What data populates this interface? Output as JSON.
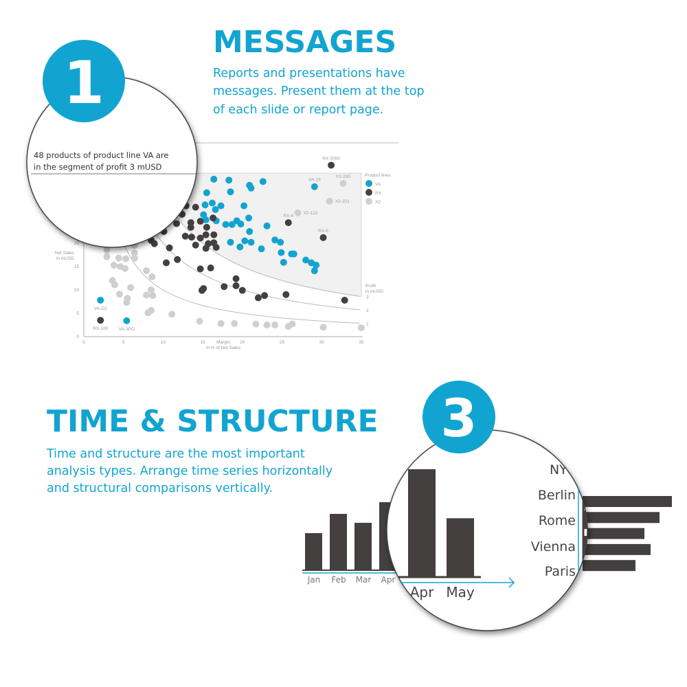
{
  "section1": {
    "number": "1",
    "title": "MESSAGES",
    "text": [
      "Reports and presentations have",
      "messages. Present them at the top",
      "of each slide or report page."
    ],
    "magnified_message": [
      "48 products of product line VA are",
      "in the segment of profit 3 mUSD"
    ]
  },
  "section3": {
    "number": "3",
    "title": "TIME & STRUCTURE",
    "text": [
      "Time and structure are the most important",
      "analysis types. Arrange time series horizontally",
      "and structural comparisons vertically."
    ]
  },
  "colors": {
    "accent": "#12a4d0",
    "dark": "#444040",
    "gray": "#cccccc"
  },
  "chart_data": [
    {
      "type": "scatter",
      "xlabel": [
        "Margin",
        "in % of Net Sales"
      ],
      "ylabel": [
        "Net Sales",
        "in mUSD"
      ],
      "xlim": [
        0,
        35
      ],
      "ylim": [
        0,
        36
      ],
      "xticks": [
        "0",
        "5",
        "10",
        "15",
        "20",
        "25",
        "30",
        "35"
      ],
      "yticks": [
        "0",
        "5",
        "10",
        "15",
        "20"
      ],
      "legend": {
        "title": "Product lines",
        "entries": [
          "VA",
          "RX",
          "X2"
        ],
        "placement": "right"
      },
      "profit_curves": {
        "label": [
          "Profit",
          "in mUSD"
        ],
        "values": [
          1,
          2,
          3
        ],
        "labels": [
          "1",
          "2",
          "3"
        ],
        "highlighted": 3
      },
      "point_labels": [
        {
          "text": "RX-2000",
          "x": 31.2,
          "y": 36.7
        },
        {
          "text": "X2-200",
          "x": 32.7,
          "y": 32.8
        },
        {
          "text": "VA-19",
          "x": 29.1,
          "y": 32.1
        },
        {
          "text": "X2-201",
          "x": 31.0,
          "y": 29.0
        },
        {
          "text": "X2-122",
          "x": 27.0,
          "y": 26.5
        },
        {
          "text": "RX-4",
          "x": 25.8,
          "y": 24.4
        },
        {
          "text": "RX-6",
          "x": 30.2,
          "y": 21.2
        },
        {
          "text": "VA-D2",
          "x": 2.1,
          "y": 7.8
        },
        {
          "text": "RX-180",
          "x": 2.1,
          "y": 3.5
        },
        {
          "text": "VA-3PO",
          "x": 5.4,
          "y": 3.4
        }
      ],
      "series": [
        {
          "name": "VA",
          "color": "#12a4d0",
          "points": [
            [
              16.4,
              33.7
            ],
            [
              18.3,
              33.5
            ],
            [
              18.5,
              31.0
            ],
            [
              20.9,
              32.4
            ],
            [
              21.1,
              31.8
            ],
            [
              22.6,
              33.2
            ],
            [
              15.5,
              30.8
            ],
            [
              29.1,
              32.1
            ],
            [
              15.3,
              28.2
            ],
            [
              16.2,
              28.6
            ],
            [
              17.3,
              28.0
            ],
            [
              16.6,
              27.2
            ],
            [
              15.1,
              26.1
            ],
            [
              15.4,
              25.0
            ],
            [
              16.7,
              24.8
            ],
            [
              20.2,
              28.0
            ],
            [
              20.8,
              25.4
            ],
            [
              17.9,
              24.0
            ],
            [
              18.7,
              24.0
            ],
            [
              19.3,
              24.8
            ],
            [
              19.8,
              24.1
            ],
            [
              23.1,
              23.7
            ],
            [
              20.9,
              22.5
            ],
            [
              18.5,
              20.2
            ],
            [
              19.7,
              19.2
            ],
            [
              20.3,
              20.5
            ],
            [
              21.1,
              20.2
            ],
            [
              22.4,
              18.8
            ],
            [
              24.1,
              20.7
            ],
            [
              24.8,
              20.2
            ],
            [
              24.9,
              18.0
            ],
            [
              25.2,
              15.9
            ],
            [
              26.2,
              17.7
            ],
            [
              26.5,
              17.7
            ],
            [
              28.0,
              16.4
            ],
            [
              28.7,
              15.8
            ],
            [
              29.3,
              15.3
            ],
            [
              29.1,
              14.1
            ],
            [
              2.1,
              7.8
            ],
            [
              5.4,
              3.4
            ]
          ]
        },
        {
          "name": "RX",
          "color": "#444040",
          "points": [
            [
              31.2,
              36.7
            ],
            [
              25.8,
              24.4
            ],
            [
              30.2,
              21.2
            ],
            [
              32.9,
              7.8
            ],
            [
              2.1,
              3.5
            ],
            [
              14.1,
              27.7
            ],
            [
              12.9,
              28.0
            ],
            [
              12.4,
              26.2
            ],
            [
              11.7,
              24.2
            ],
            [
              13.5,
              24.4
            ],
            [
              13.5,
              23.4
            ],
            [
              14.7,
              24.7
            ],
            [
              15.5,
              23.4
            ],
            [
              16.3,
              25.4
            ],
            [
              12.8,
              21.5
            ],
            [
              13.6,
              21.3
            ],
            [
              14.7,
              21.1
            ],
            [
              15.4,
              21.8
            ],
            [
              16.4,
              21.8
            ],
            [
              14.1,
              19.6
            ],
            [
              15.4,
              18.9
            ],
            [
              15.7,
              19.9
            ],
            [
              16.4,
              20.1
            ],
            [
              16.7,
              19.1
            ],
            [
              10.1,
              22.5
            ],
            [
              8.5,
              20.6
            ],
            [
              8.9,
              19.9
            ],
            [
              10.8,
              19.0
            ],
            [
              10.4,
              15.8
            ],
            [
              11.8,
              16.5
            ],
            [
              14.7,
              14.5
            ],
            [
              16.0,
              14.7
            ],
            [
              19.2,
              12.4
            ],
            [
              19.2,
              10.9
            ],
            [
              17.7,
              10.7
            ],
            [
              20.0,
              9.9
            ],
            [
              14.9,
              9.9
            ],
            [
              15.1,
              10.3
            ],
            [
              22.0,
              8.3
            ],
            [
              22.8,
              8.8
            ],
            [
              25.5,
              9.0
            ]
          ]
        },
        {
          "name": "X2",
          "color": "#cccccc",
          "points": [
            [
              32.7,
              32.8
            ],
            [
              31.0,
              29.0
            ],
            [
              27.0,
              26.5
            ],
            [
              2.9,
              18.5
            ],
            [
              2.9,
              17.1
            ],
            [
              4.4,
              16.8
            ],
            [
              5.3,
              16.7
            ],
            [
              3.8,
              15.3
            ],
            [
              4.6,
              15.0
            ],
            [
              5.2,
              14.6
            ],
            [
              6.4,
              17.9
            ],
            [
              6.4,
              16.8
            ],
            [
              6.4,
              19.5
            ],
            [
              3.6,
              12.0
            ],
            [
              3.9,
              11.1
            ],
            [
              5.9,
              10.5
            ],
            [
              4.5,
              9.1
            ],
            [
              5.5,
              8.2
            ],
            [
              5.4,
              7.3
            ],
            [
              7.9,
              14.1
            ],
            [
              8.6,
              12.8
            ],
            [
              8.5,
              10.0
            ],
            [
              7.9,
              8.9
            ],
            [
              8.7,
              8.8
            ],
            [
              8.5,
              5.6
            ],
            [
              8.1,
              5.1
            ],
            [
              11.1,
              4.8
            ],
            [
              14.6,
              3.3
            ],
            [
              17.3,
              2.8
            ],
            [
              19.0,
              2.8
            ],
            [
              21.7,
              2.7
            ],
            [
              23.1,
              2.5
            ],
            [
              24.1,
              2.5
            ],
            [
              25.8,
              2.2
            ],
            [
              26.3,
              2.7
            ],
            [
              30.2,
              2.0
            ],
            [
              35.0,
              1.9
            ]
          ]
        }
      ]
    },
    {
      "type": "bar",
      "orientation": "vertical",
      "categories": [
        "Jan",
        "Feb",
        "Mar",
        "Apr"
      ],
      "values": [
        54,
        82,
        69,
        99
      ],
      "magnified": {
        "categories": [
          "Apr",
          "May"
        ],
        "values": [
          99,
          54
        ]
      }
    },
    {
      "type": "bar",
      "orientation": "horizontal",
      "categories": [
        "NYC",
        "Berlin",
        "Rome",
        "Vienna",
        "Paris"
      ],
      "values": [
        130,
        112,
        90,
        99,
        77
      ]
    }
  ]
}
